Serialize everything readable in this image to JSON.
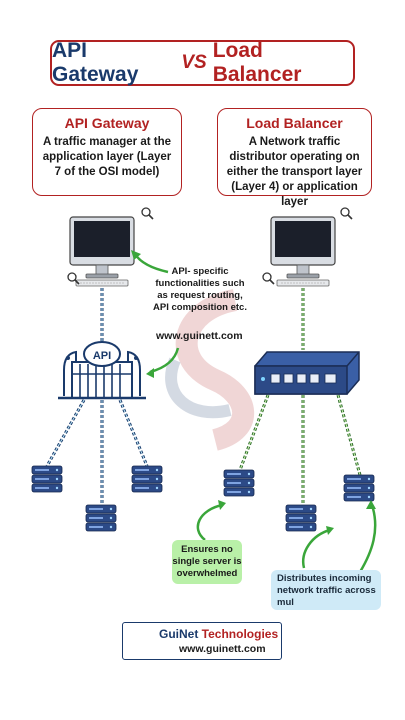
{
  "title": {
    "left": "API Gateway",
    "vs": "VS",
    "right": "Load Balancer"
  },
  "api_card": {
    "heading": "API  Gateway",
    "text": "A traffic manager at the application layer (Layer 7 of the OSI model)"
  },
  "lb_card": {
    "heading": "Load Balancer",
    "text": "A Network traffic  distributor operating on either the transport layer  (Layer 4) or application layer"
  },
  "notes": {
    "api_features": "API- specific functionalities such as request routing, API composition etc.",
    "website": "www.guinett.com",
    "no_overload": "Ensures no single server is overwhelmed",
    "distributes": "Distributes incoming network traffic across mul"
  },
  "gateway_label": "API",
  "footer": {
    "company_part1": "GuiNet",
    "company_part2": " Technologies",
    "url": "www.guinett.com"
  },
  "colors": {
    "brand_red": "#b22222",
    "brand_navy": "#1a3a6b",
    "server_blue": "#2c4a87",
    "note_green": "#b9f0a8",
    "note_blue": "#cfeaf7"
  }
}
